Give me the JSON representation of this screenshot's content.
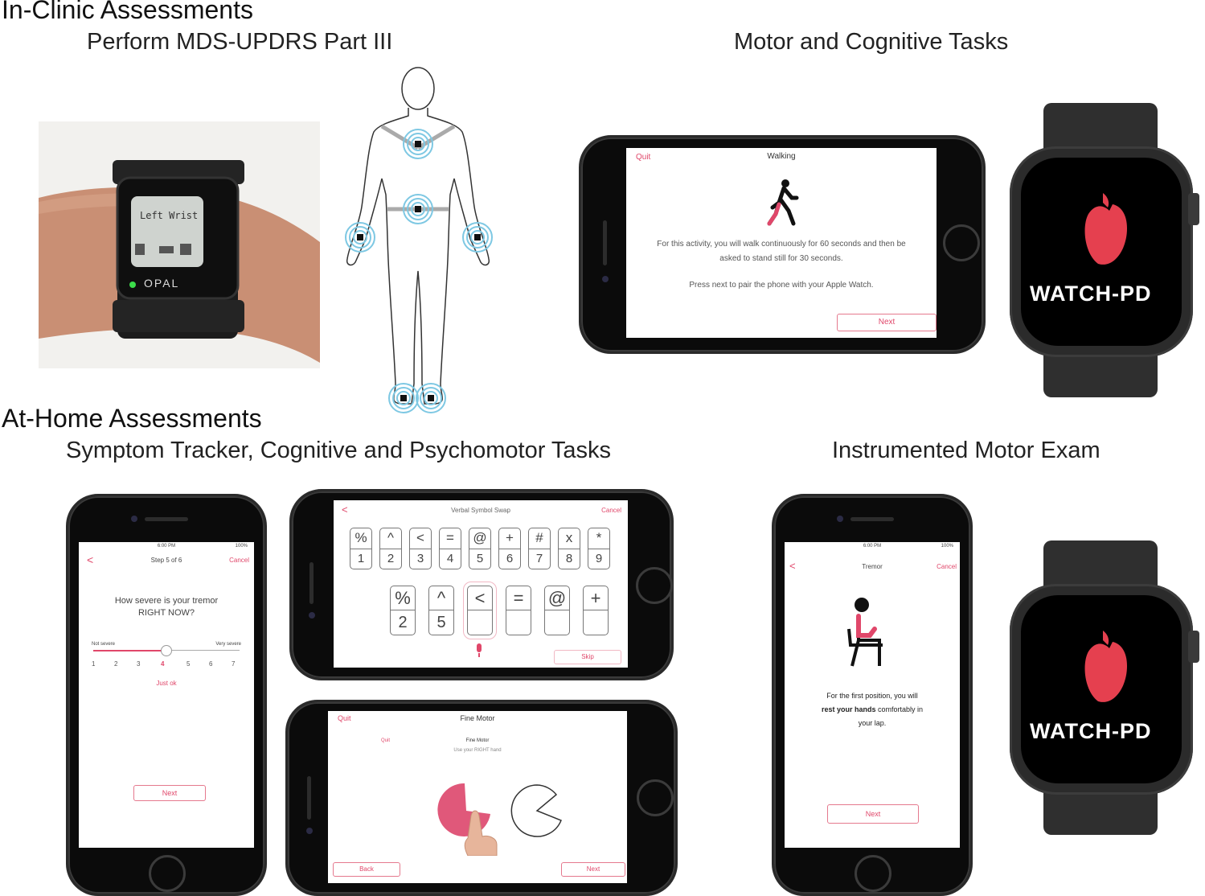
{
  "sections": {
    "in_clinic": "In-Clinic Assessments",
    "at_home": "At-Home Assessments"
  },
  "subtitles": {
    "mds_updrs": "Perform  MDS-UPDRS Part III",
    "motor_cognitive": "Motor and Cognitive Tasks",
    "symptom_tracker": "Symptom Tracker,  Cognitive and Psychomotor Tasks",
    "instrumented": "Instrumented Motor Exam"
  },
  "opal": {
    "screen_label": "Left Wrist",
    "brand": "OPAL"
  },
  "watch": {
    "brand": "WATCH-PD"
  },
  "walking": {
    "quit": "Quit",
    "title": "Walking",
    "desc1": "For this activity, you will walk continuously for 60 seconds and then be",
    "desc2": "asked to stand still for 30 seconds.",
    "desc3": "Press next to pair the phone with your Apple Watch.",
    "next": "Next"
  },
  "tremor_survey": {
    "status_time": "6:00 PM",
    "status_batt": "100%",
    "back": "<",
    "step": "Step 5 of 6",
    "cancel": "Cancel",
    "question1": "How severe is your tremor",
    "question2": "RIGHT NOW?",
    "min_label": "Not severe",
    "max_label": "Very severe",
    "scale": [
      "1",
      "2",
      "3",
      "4",
      "5",
      "6",
      "7"
    ],
    "selected": 4,
    "answer": "Just ok",
    "next": "Next"
  },
  "symbol_swap": {
    "back": "<",
    "title": "Verbal Symbol Swap",
    "cancel": "Cancel",
    "key_symbols": [
      "%",
      "^",
      "<",
      "=",
      "@",
      "+",
      "#",
      "x",
      "*"
    ],
    "key_numbers": [
      "1",
      "2",
      "3",
      "4",
      "5",
      "6",
      "7",
      "8",
      "9"
    ],
    "answer_symbols": [
      "%",
      "^",
      "<",
      "=",
      "@",
      "+"
    ],
    "answer_numbers": [
      "2",
      "5",
      "",
      "",
      "",
      ""
    ],
    "skip": "Skip"
  },
  "fine_motor": {
    "quit": "Quit",
    "title": "Fine Motor",
    "inner_quit": "Quit",
    "inner_title": "Fine Motor",
    "instruction": "Use your RIGHT hand",
    "back": "Back",
    "next": "Next"
  },
  "tremor_exam": {
    "status_time": "6:00 PM",
    "status_batt": "100%",
    "back": "<",
    "title": "Tremor",
    "cancel": "Cancel",
    "line1": "For the first position, you will",
    "line2_bold": "rest your hands",
    "line2_rest": " comfortably in",
    "line3": "your lap.",
    "next": "Next"
  },
  "colors": {
    "accent": "#e0476a",
    "watch_logo": "#e5404f",
    "sensor": "#7ec8e3"
  }
}
